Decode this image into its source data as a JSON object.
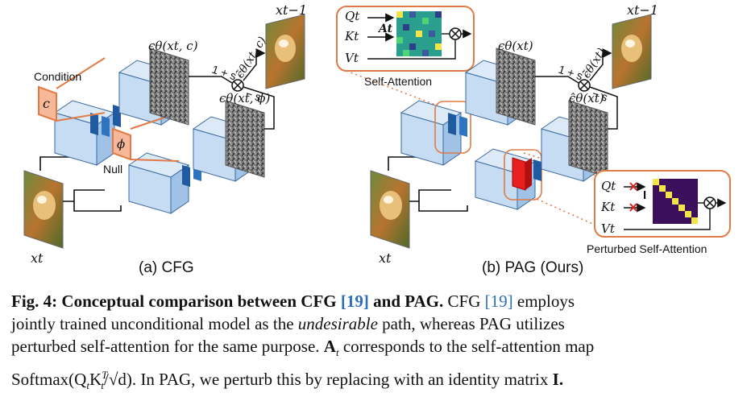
{
  "figure": {
    "cfg": {
      "panel_label": "(a) CFG",
      "condition_label": "Condition",
      "null_label": "Null",
      "c_symbol": "c",
      "phi_symbol": "ϕ",
      "eps_cond": "ϵθ(xt, c)",
      "eps_uncond": "ϵθ(xt, ϕ)",
      "eps_tilde": "ϵ̃θ(xt, c)",
      "weight_pos": "1 + s",
      "weight_neg": "− s",
      "x_in": "xt",
      "x_out": "xt−1"
    },
    "pag": {
      "panel_label": "(b) PAG (Ours)",
      "self_attention_label": "Self-Attention",
      "perturbed_label": "Perturbed Self-Attention",
      "q": "Qt",
      "k": "Kt",
      "v": "Vt",
      "attn_map": "At",
      "identity": "I",
      "eps": "ϵθ(xt)",
      "eps_hat": "ϵ̂θ(xt)",
      "eps_tilde": "ϵ̃θ(xt)",
      "weight_pos": "1 + s",
      "weight_neg": "− s",
      "x_in": "xt",
      "x_out": "xt−1"
    }
  },
  "caption": {
    "fig_label": "Fig. 4:",
    "title_text": "Conceptual comparison between CFG",
    "title_ref": "[19]",
    "title_end": "and PAG.",
    "line1_tail": "CFG",
    "ref1": "[19]",
    "line1_end": "employs",
    "line2_a": "jointly trained unconditional model as the",
    "line2_it": "undesirable",
    "line2_b": "path, whereas PAG utilizes",
    "line3": "perturbed self-attention for the same purpose.",
    "line3_sym": "A",
    "line3_sub": "t",
    "line3_b": "corresponds to the self-attention map",
    "line4_a": "Softmax(Q",
    "line4_b": "K",
    "line4_c": "/√d). In PAG, we perturb this by replacing with an identity matrix",
    "line4_sym": "I."
  }
}
